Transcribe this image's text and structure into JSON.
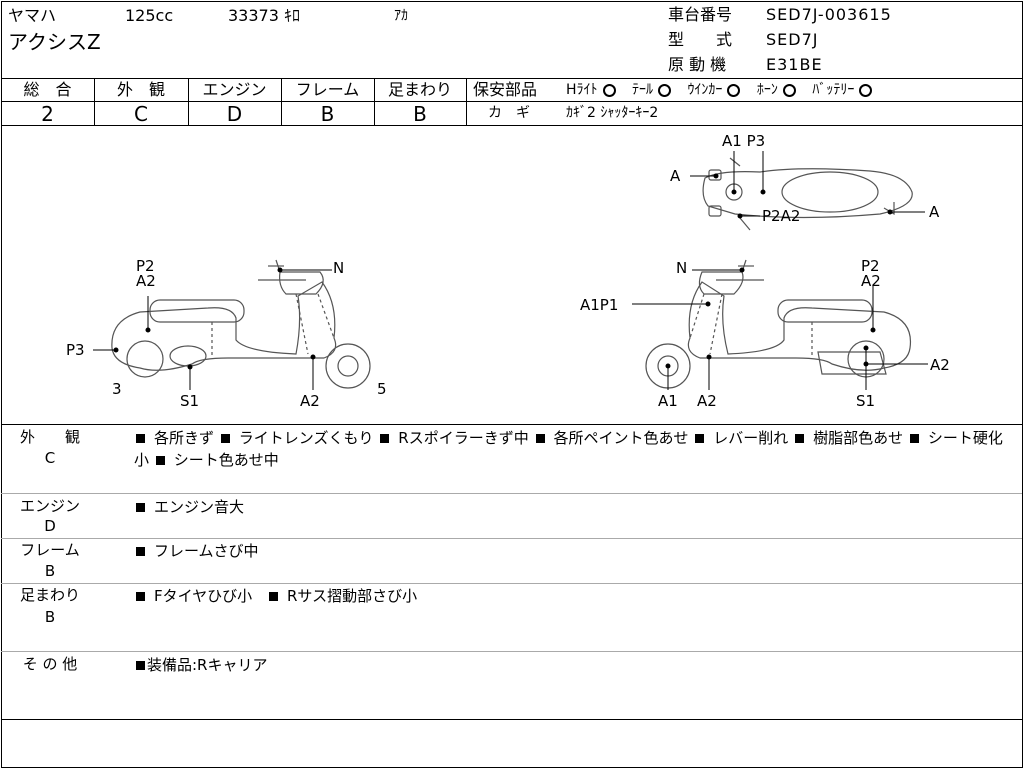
{
  "header": {
    "maker": "ヤマハ",
    "displacement": "125cc",
    "mileage": "33373 ｷﾛ",
    "color": "ｱｶ",
    "model_name": "アクシスZ",
    "chassis_label": "車台番号",
    "chassis_value": "SED7J-003615",
    "type_label": "型　　式",
    "type_value": "SED7J",
    "engine_label": "原 動 機",
    "engine_value": "E31BE"
  },
  "grades": [
    {
      "label": "総　合",
      "value": "2"
    },
    {
      "label": "外　観",
      "value": "C"
    },
    {
      "label": "エンジン",
      "value": "D"
    },
    {
      "label": "フレーム",
      "value": "B"
    },
    {
      "label": "足まわり",
      "value": "B"
    }
  ],
  "safety": {
    "label": "保安部品",
    "items": [
      {
        "label": "Hﾗｲﾄ",
        "status": "○"
      },
      {
        "label": "ﾃｰﾙ",
        "status": "○"
      },
      {
        "label": "ｳｲﾝｶｰ",
        "status": "○"
      },
      {
        "label": "ﾎｰﾝ",
        "status": "○"
      },
      {
        "label": "ﾊﾞｯﾃﾘｰ",
        "status": "○"
      }
    ],
    "key_label": "カ　ギ",
    "key_value": "ｶｷﾞ2 ｼｬｯﾀｰｷｰ2"
  },
  "diagram": {
    "top_labels": [
      "A1 P3",
      "A",
      "P2A2",
      "A"
    ],
    "left_labels": [
      "P2",
      "A2",
      "P3",
      "N",
      "3",
      "S1",
      "A2",
      "5"
    ],
    "right_labels": [
      "N",
      "P2",
      "A2",
      "A1P1",
      "A2",
      "A1",
      "A2",
      "S1"
    ]
  },
  "details": [
    {
      "category": "外　　観",
      "grade": "C",
      "items": [
        "各所きず",
        "ライトレンズくもり",
        "Rスポイラーきず中",
        "各所ペイント色あせ",
        "レバー削れ",
        "樹脂部色あせ",
        "シート硬化小",
        "シート色あせ中"
      ]
    },
    {
      "category": "エンジン",
      "grade": "D",
      "items": [
        "エンジン音大"
      ]
    },
    {
      "category": "フレーム",
      "grade": "B",
      "items": [
        "フレームさび中"
      ]
    },
    {
      "category": "足まわり",
      "grade": "B",
      "items": [
        "Fタイヤひび小",
        "Rサス摺動部さび小"
      ]
    },
    {
      "category": "そ の 他",
      "grade": "",
      "items": [
        "装備品:Rキャリア"
      ]
    }
  ]
}
